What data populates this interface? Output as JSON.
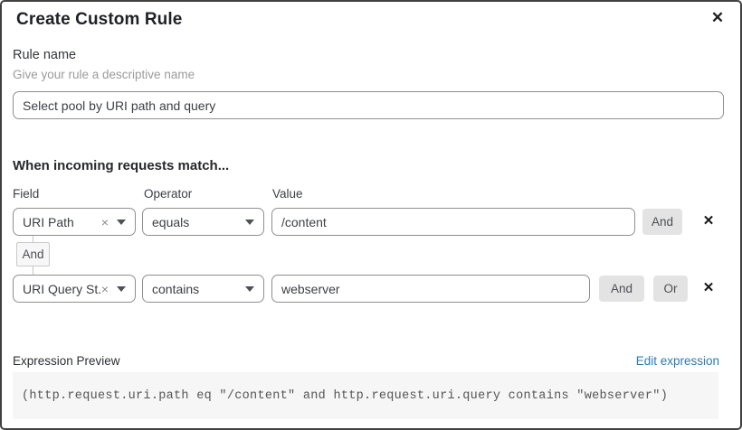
{
  "dialog": {
    "title": "Create Custom Rule"
  },
  "icons": {
    "close": "✕",
    "clear": "×",
    "remove": "✕"
  },
  "rule_name": {
    "label": "Rule name",
    "hint": "Give your rule a descriptive name",
    "value": "Select pool by URI path and query"
  },
  "matcher": {
    "heading": "When incoming requests match...",
    "columns": {
      "field": "Field",
      "operator": "Operator",
      "value": "Value"
    },
    "connector_label": "And",
    "rows": [
      {
        "field": "URI Path",
        "operator": "equals",
        "value": "/content",
        "buttons": [
          "And"
        ]
      },
      {
        "field": "URI Query St...",
        "operator": "contains",
        "value": "webserver",
        "buttons": [
          "And",
          "Or"
        ]
      }
    ]
  },
  "expression": {
    "label": "Expression Preview",
    "edit_link": "Edit expression",
    "code": "(http.request.uri.path eq \"/content\" and http.request.uri.query contains \"webserver\")"
  },
  "colors": {
    "link_blue": "#2c7cb0",
    "button_gray": "#e3e3e3",
    "border_gray": "#8f8f8f",
    "code_background": "#f6f6f6",
    "dialog_border": "#414141"
  }
}
